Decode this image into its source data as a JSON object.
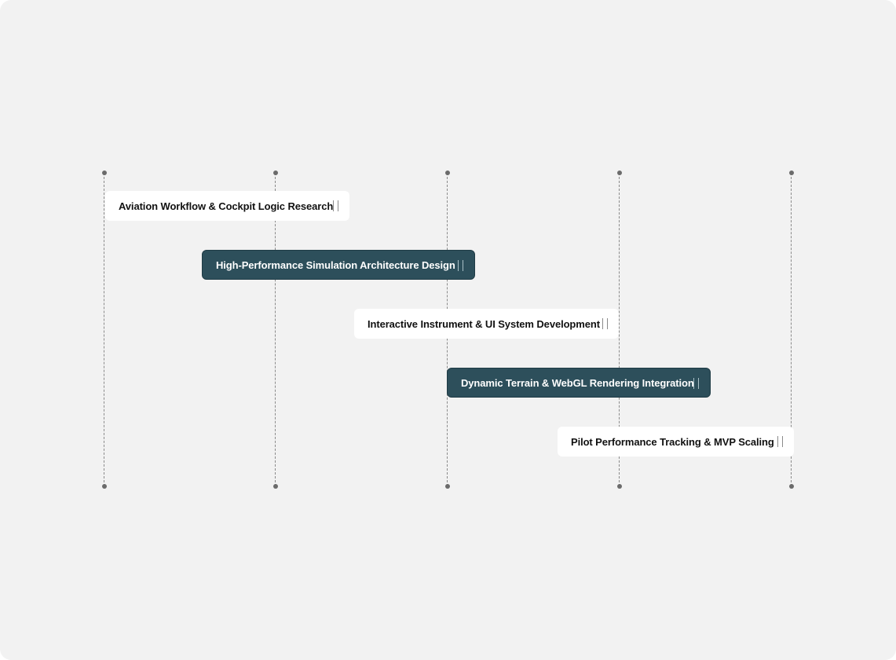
{
  "timeline": {
    "tasks": [
      {
        "label": "Aviation Workflow & Cockpit Logic Research",
        "variant": "light"
      },
      {
        "label": "High-Performance Simulation Architecture Design",
        "variant": "dark"
      },
      {
        "label": "Interactive Instrument & UI System Development",
        "variant": "light"
      },
      {
        "label": "Dynamic Terrain & WebGL Rendering Integration",
        "variant": "dark"
      },
      {
        "label": "Pilot Performance Tracking & MVP Scaling",
        "variant": "light"
      }
    ]
  },
  "colors": {
    "background": "#f2f2f2",
    "bar_light": "#ffffff",
    "bar_dark": "#2d4f5b",
    "gridline": "#8a8a8a",
    "marker": "#6b6b6b"
  }
}
